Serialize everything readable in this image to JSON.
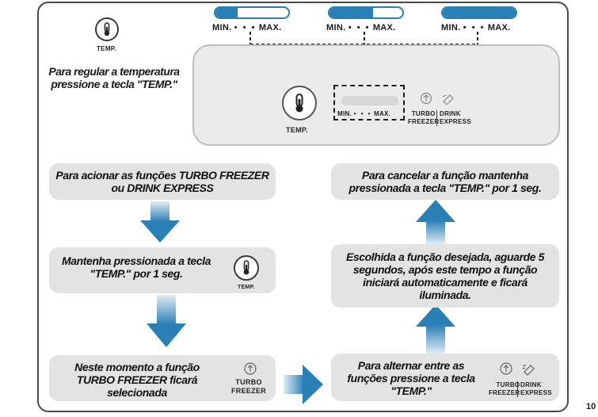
{
  "indicators": {
    "level_min": 0.3,
    "level_mid": 0.6,
    "level_max": 1.0,
    "scale_min": "MIN.",
    "scale_dots": "• • •",
    "scale_max": "MAX."
  },
  "temp_intro": {
    "icon_label": "TEMP.",
    "text": "Para regular a temperatura pressione a tecla \"TEMP.\""
  },
  "panel": {
    "temp_label": "TEMP.",
    "scale_min": "MIN.",
    "scale_dots": "• • •",
    "scale_max": "MAX.",
    "turbo_line1": "TURBO",
    "turbo_line2": "FREEZER",
    "drink_line1": "DRINK",
    "drink_line2": "EXPRESS"
  },
  "left_flow": {
    "step1": "Para acionar as funções TURBO FREEZER ou DRINK EXPRESS",
    "step2": "Mantenha pressionada a tecla \"TEMP.\" por 1 seg.",
    "step2_icon_label": "TEMP.",
    "step3": "Neste momento a função TURBO FREEZER ficará selecionada",
    "step3_label1": "TURBO",
    "step3_label2": "FREEZER"
  },
  "right_flow": {
    "step1": "Para alternar entre as funções pressione a tecla \"TEMP.\"",
    "step1_turbo1": "TURBO",
    "step1_turbo2": "FREEZER",
    "step1_drink1": "DRINK",
    "step1_drink2": "EXPRESS",
    "step2": "Escolhida a função desejada, aguarde 5 segundos, após este tempo a função iniciará automaticamente e ficará iluminada.",
    "step3": "Para cancelar a função mantenha pressionada a tecla \"TEMP.\" por 1 seg."
  },
  "page_number": "10",
  "colors": {
    "accent": "#2a7fb5",
    "box_bg": "#e3e3e3",
    "panel_bg": "#ebebeb"
  }
}
